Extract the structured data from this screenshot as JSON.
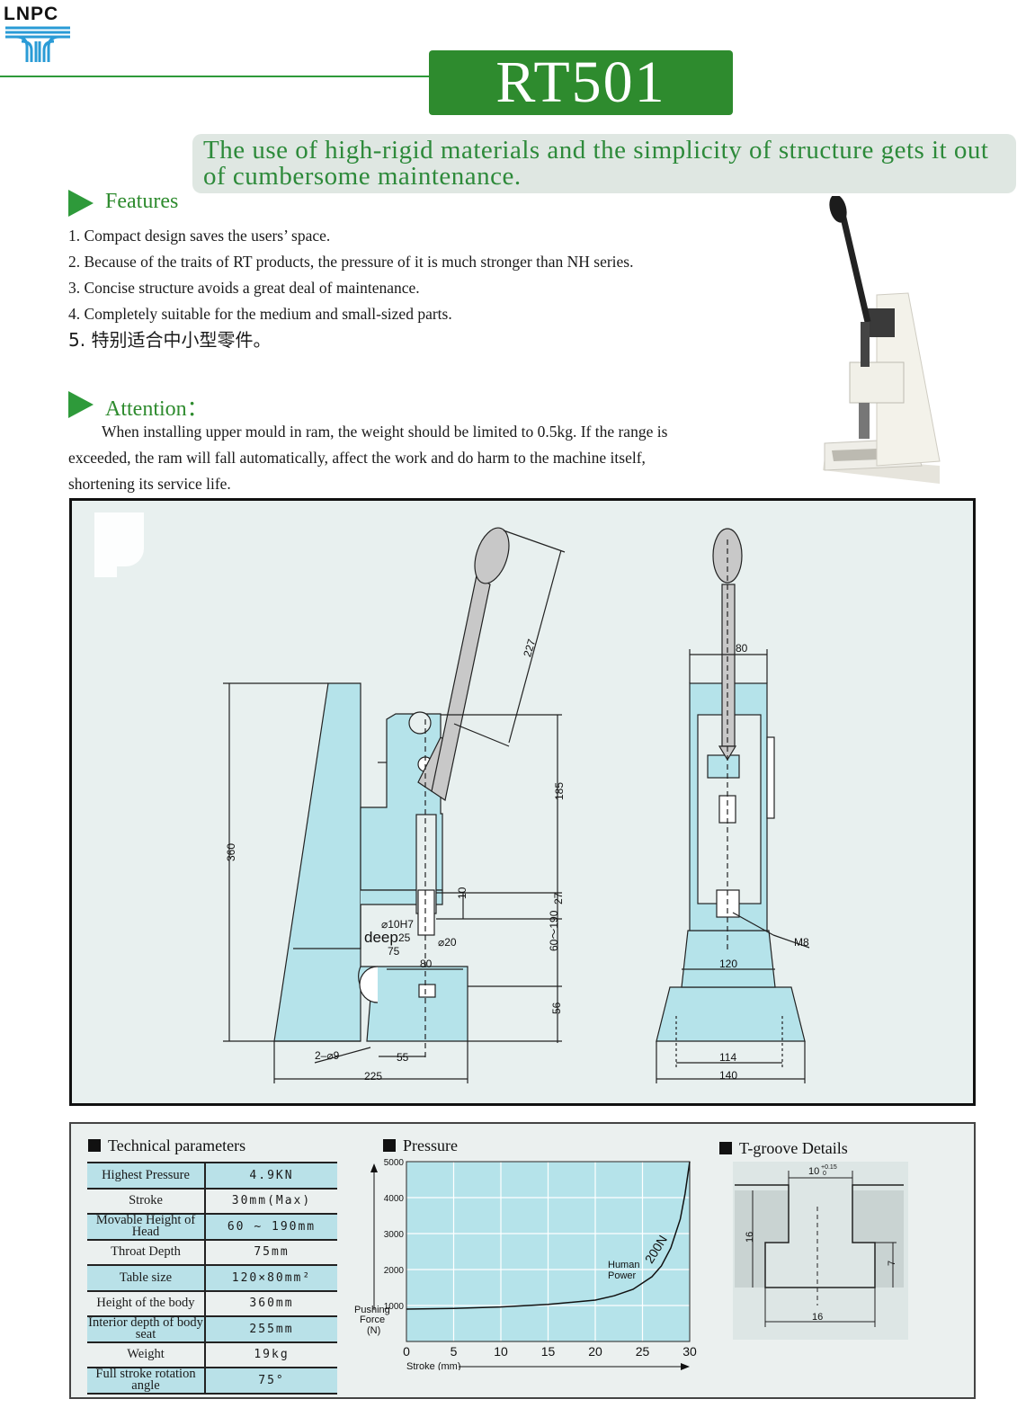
{
  "logo": {
    "text": "LNPC"
  },
  "title": "RT501",
  "slogan": "The use of high-rigid materials and the simplicity of structure gets it out of cumbersome maintenance.",
  "features": {
    "heading": "Features",
    "items": [
      "1.  Compact design saves the users’ space.",
      "2.   Because of the traits of RT products, the pressure of it is much stronger than NH series.",
      "3.  Concise structure avoids a great deal of maintenance.",
      "4.  Completely suitable for the medium and small-sized parts.",
      "5.  特别适合中小型零件。"
    ]
  },
  "attention": {
    "heading": "Attention：",
    "text": "When installing upper mould in ram, the weight should be limited to 0.5kg. If the range is exceeded, the ram will fall automatically, affect the work and do harm to the machine itself, shortening its service life."
  },
  "drawing": {
    "dims": {
      "d227": "227",
      "d360": "360",
      "d185": "185",
      "d10": "10",
      "d27": "27",
      "d60_190": "60～190",
      "d56": "56",
      "bore": "⌀10H7",
      "deep": "deep",
      "deep_val": "25",
      "d20": "⌀20",
      "d75": "75",
      "d80": "80",
      "holes": "2–⌀9",
      "d55": "55",
      "d225": "225",
      "front80": "80",
      "m8": "M8",
      "d120": "120",
      "d114": "114",
      "d140": "140"
    }
  },
  "tech": {
    "heading": "Technical parameters",
    "rows": [
      {
        "label": "Highest Pressure",
        "value": "4.9KN"
      },
      {
        "label": "Stroke",
        "value": "30mm(Max)"
      },
      {
        "label": "Movable Height of Head",
        "value": "60 ~ 190mm"
      },
      {
        "label": "Throat Depth",
        "value": "75mm"
      },
      {
        "label": "Table size",
        "value": "120×80mm²"
      },
      {
        "label": "Height of the body",
        "value": "360mm"
      },
      {
        "label": "Interior depth of body seat",
        "value": "255mm"
      },
      {
        "label": "Weight",
        "value": "19kg"
      },
      {
        "label": "Full stroke rotation angle",
        "value": "75°"
      }
    ]
  },
  "pressure": {
    "heading": "Pressure",
    "curve_label": "200N",
    "human_power": "Human Power",
    "ylabel": "Pushing Force (N)",
    "xlabel": "Stroke (mm)"
  },
  "chart_data": {
    "type": "line",
    "title": "Pressure",
    "xlabel": "Stroke (mm)",
    "ylabel": "Pushing Force (N)",
    "xlim": [
      0,
      30
    ],
    "ylim": [
      0,
      5000
    ],
    "x_ticks": [
      "0",
      "5",
      "10",
      "15",
      "20",
      "25",
      "30"
    ],
    "y_ticks": [
      "1000",
      "2000",
      "3000",
      "4000",
      "5000"
    ],
    "grid": true,
    "annotations": [
      "Human Power",
      "200N"
    ],
    "series": [
      {
        "name": "200N",
        "x": [
          0,
          5,
          10,
          15,
          20,
          22,
          24,
          26,
          27,
          28,
          29,
          29.5,
          30
        ],
        "y": [
          900,
          920,
          960,
          1030,
          1150,
          1270,
          1450,
          1800,
          2100,
          2600,
          3400,
          4100,
          5000
        ]
      }
    ]
  },
  "tgroove": {
    "heading": "T-groove Details",
    "top": "10",
    "tol": "+0.15",
    "tol0": "0",
    "h16": "16",
    "h7": "7",
    "w16": "16"
  }
}
